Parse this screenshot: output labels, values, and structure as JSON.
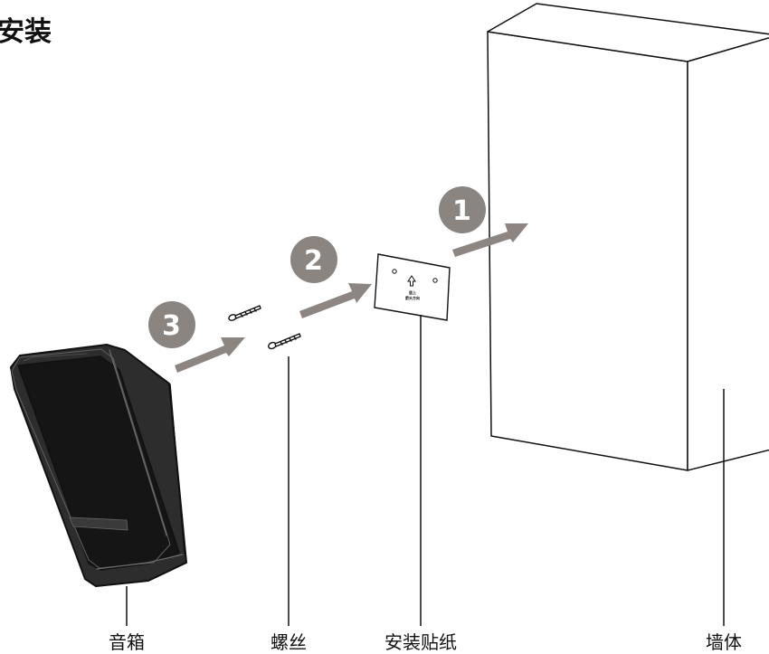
{
  "title": "安装",
  "steps": [
    "1",
    "2",
    "3"
  ],
  "labels": {
    "speaker": "音箱",
    "screws": "螺丝",
    "sticker": "安装贴纸",
    "wall": "墙体"
  },
  "icons": {
    "speaker": "speaker-icon",
    "screws": "screw-icon",
    "sticker": "mounting-sticker-icon",
    "wall": "wall-icon",
    "arrows": "arrow-icon"
  },
  "colors": {
    "line": "#111111",
    "step_circle": "#8b8582",
    "arrow": "#8c8581",
    "speaker_body": "#2d2d2d",
    "speaker_panel": "#111111",
    "speaker_highlight": "#5c5c5c"
  },
  "sticker_text": {
    "line1": "居上",
    "line2": "箭头方向"
  }
}
